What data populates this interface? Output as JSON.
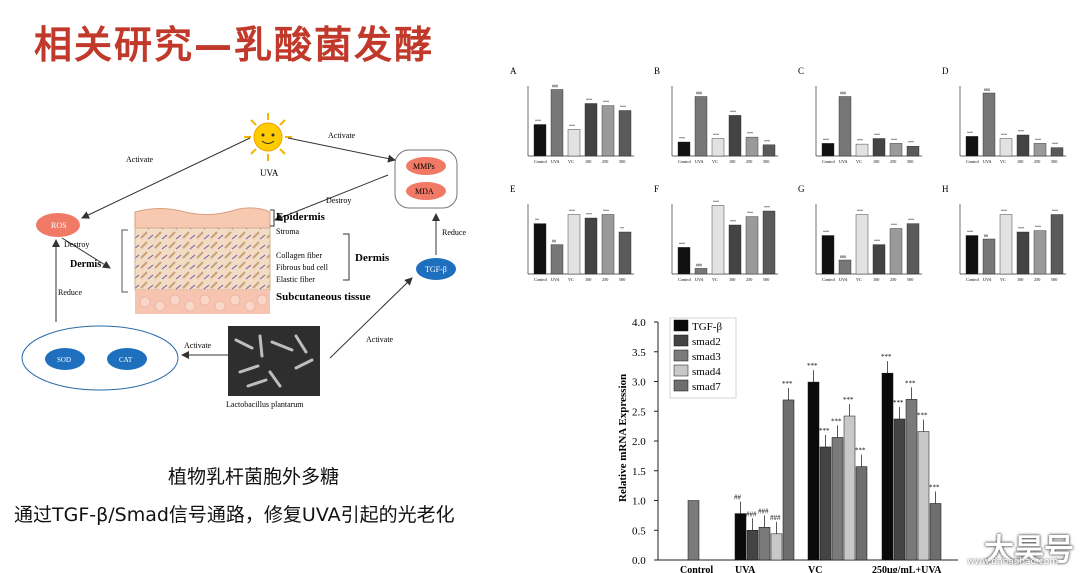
{
  "slide": {
    "title": "相关研究—乳酸菌发酵",
    "caption_line1": "植物乳杆菌胞外多糖",
    "caption_line2": "通过TGF-β/Smad信号通路，修复UVA引起的光老化",
    "watermark": "大昊号",
    "watermark_url": "www.dahaohao.com"
  },
  "diagram": {
    "sun_label": "UVA",
    "ros_label": "ROS",
    "mmps_label": "MMPs",
    "mda_label": "MDA",
    "tgf_label": "TGF-β",
    "sod_label": "SOD",
    "cat_label": "CAT",
    "activate_top": "Activate",
    "activate_left": "Activate",
    "activate_mid": "Activate",
    "activate_right": "Activate",
    "destroy_top": "Destroy",
    "destroy_left": "Destroy",
    "dermis_left": "Dermis",
    "reduce_left": "Reduce",
    "reduce_right": "Reduce",
    "epidermis": "Epidermis",
    "stroma": "Stroma",
    "collagen": "Collagen fiber",
    "fibrous": "Fibrous bud cell",
    "elastic": "Elastic fiber",
    "dermis_right": "Dermis",
    "subcutaneous": "Subcutaneous tissue",
    "lacto": "Lactobacillus plantarum"
  },
  "panel_colors": [
    "#0a0a0a",
    "#444444",
    "#7a7a7a",
    "#c8c8c8",
    "#6e6e6e",
    "#9a9a9a"
  ],
  "chart_data": [
    {
      "type": "bar",
      "panel": "A",
      "categories": [
        "Control",
        "UVA",
        "VC",
        "100",
        "250",
        "500"
      ],
      "values": [
        0.45,
        0.95,
        0.38,
        0.75,
        0.72,
        0.65
      ],
      "sig": [
        "***",
        "###",
        "***",
        "***",
        "***",
        "***"
      ]
    },
    {
      "type": "bar",
      "panel": "B",
      "categories": [
        "Control",
        "UVA",
        "VC",
        "100",
        "250",
        "500"
      ],
      "values": [
        0.2,
        0.85,
        0.25,
        0.58,
        0.27,
        0.16
      ],
      "sig": [
        "***",
        "###",
        "***",
        "***",
        "***",
        "***"
      ]
    },
    {
      "type": "bar",
      "panel": "C",
      "categories": [
        "Control",
        "UVA",
        "VC",
        "100",
        "250",
        "500"
      ],
      "values": [
        0.18,
        0.85,
        0.17,
        0.25,
        0.18,
        0.14
      ],
      "sig": [
        "***",
        "###",
        "***",
        "***",
        "***",
        "***"
      ]
    },
    {
      "type": "bar",
      "panel": "D",
      "categories": [
        "Control",
        "UVA",
        "VC",
        "100",
        "250",
        "500"
      ],
      "values": [
        0.28,
        0.9,
        0.25,
        0.3,
        0.18,
        0.12
      ],
      "sig": [
        "***",
        "###",
        "***",
        "***",
        "***",
        "***"
      ]
    },
    {
      "type": "bar",
      "panel": "E",
      "categories": [
        "Control",
        "UVA",
        "VC",
        "100",
        "250",
        "500"
      ],
      "values": [
        0.72,
        0.42,
        0.85,
        0.8,
        0.85,
        0.6
      ],
      "sig": [
        "**",
        "##",
        "***",
        "***",
        "***",
        "**"
      ]
    },
    {
      "type": "bar",
      "panel": "F",
      "categories": [
        "Control",
        "UVA",
        "VC",
        "100",
        "250",
        "500"
      ],
      "values": [
        0.38,
        0.08,
        0.98,
        0.7,
        0.82,
        0.9
      ],
      "sig": [
        "***",
        "###",
        "***",
        "***",
        "***",
        "***"
      ]
    },
    {
      "type": "bar",
      "panel": "G",
      "categories": [
        "Control",
        "UVA",
        "VC",
        "100",
        "250",
        "500"
      ],
      "values": [
        0.55,
        0.2,
        0.85,
        0.42,
        0.65,
        0.72
      ],
      "sig": [
        "***",
        "###",
        "***",
        "***",
        "***",
        "***"
      ]
    },
    {
      "type": "bar",
      "panel": "H",
      "categories": [
        "Control",
        "UVA",
        "VC",
        "100",
        "250",
        "500"
      ],
      "values": [
        0.55,
        0.5,
        0.85,
        0.6,
        0.62,
        0.85
      ],
      "sig": [
        "***",
        "##",
        "***",
        "***",
        "***",
        "***"
      ]
    },
    {
      "type": "bar",
      "ylabel": "Relative mRNA Expression",
      "ylim": [
        0,
        4.0
      ],
      "yticks": [
        "0.0",
        "0.5",
        "1.0",
        "1.5",
        "2.0",
        "2.5",
        "3.0",
        "3.5",
        "4.0"
      ],
      "categories": [
        "Control",
        "UVA",
        "VC",
        "250μg/mL+UVA"
      ],
      "series": [
        {
          "name": "TGF-β",
          "values": [
            1.0,
            0.78,
            2.99,
            3.14
          ],
          "sig": [
            "",
            "##",
            "***",
            "***"
          ]
        },
        {
          "name": "smad2",
          "values": [
            1.0,
            0.5,
            1.9,
            2.37
          ],
          "sig": [
            "",
            "###",
            "***",
            "***"
          ]
        },
        {
          "name": "smad3",
          "values": [
            1.0,
            0.55,
            2.06,
            2.7
          ],
          "sig": [
            "",
            "###",
            "***",
            "***"
          ]
        },
        {
          "name": "smad4",
          "values": [
            1.0,
            0.44,
            2.42,
            2.16
          ],
          "sig": [
            "",
            "###",
            "***",
            "***"
          ]
        },
        {
          "name": "smad7",
          "values": [
            1.0,
            2.69,
            1.57,
            0.95
          ],
          "sig": [
            "",
            "***",
            "***",
            "***"
          ]
        }
      ]
    }
  ]
}
